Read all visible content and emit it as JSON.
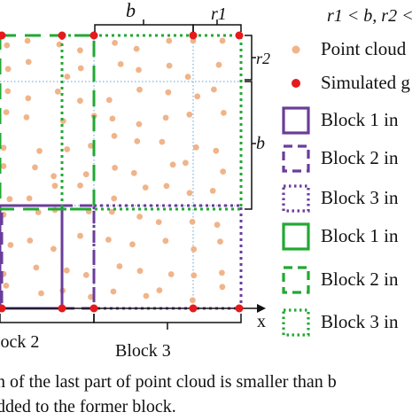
{
  "annotations": {
    "b_top": "b",
    "r1_top": "r1",
    "r2_side": "r2",
    "b_side": "b",
    "x_axis": "x"
  },
  "condition": {
    "text": "r1 < b, r2 <"
  },
  "legend": [
    {
      "key": "point-cloud",
      "marker": "orange-dot",
      "label": "Point cloud"
    },
    {
      "key": "simulated",
      "marker": "red-dot",
      "label": "Simulated g"
    },
    {
      "key": "block1-purple",
      "marker": "purple-solid-square",
      "label": "Block 1 in"
    },
    {
      "key": "block2-purple",
      "marker": "purple-dashed-square",
      "label": "Block 2 in"
    },
    {
      "key": "block3-purple",
      "marker": "purple-dotted-square",
      "label": "Block 3 in"
    },
    {
      "key": "block1-green",
      "marker": "green-solid-square",
      "label": "Block 1 in"
    },
    {
      "key": "block2-green",
      "marker": "green-dashed-square",
      "label": "Block 2 in"
    },
    {
      "key": "block3-green",
      "marker": "green-dotted-square",
      "label": "Block 3 in"
    }
  ],
  "bottom_labels": {
    "block2": "lock 2",
    "block3": "Block 3"
  },
  "caption": {
    "line1": "n of the last part of point cloud is smaller than b",
    "line2": "dded to the former block."
  },
  "colors": {
    "point_cloud": "#F0B48A",
    "simulated": "#E41A1C",
    "purple": "#6A3D9A",
    "green": "#22A833",
    "grid_blue": "#5BA3D9"
  }
}
